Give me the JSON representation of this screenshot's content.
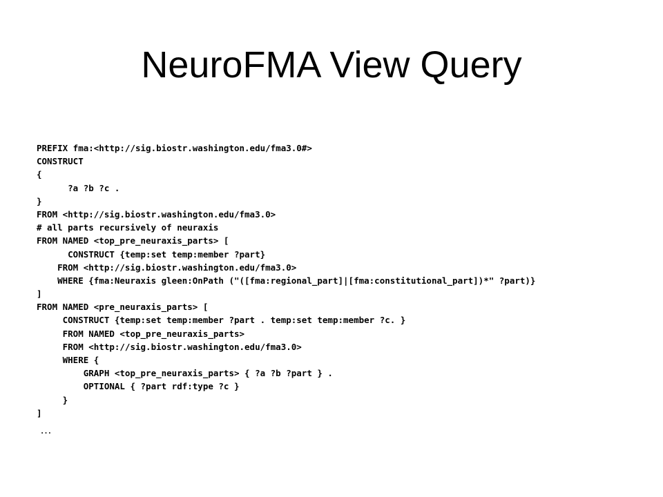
{
  "slide": {
    "title": "NeuroFMA View Query",
    "continuation": "…"
  },
  "code": {
    "lines": [
      "PREFIX fma:<http://sig.biostr.washington.edu/fma3.0#>",
      "CONSTRUCT",
      "{",
      "      ?a ?b ?c .",
      "}",
      "FROM <http://sig.biostr.washington.edu/fma3.0>",
      "# all parts recursively of neuraxis",
      "FROM NAMED <top_pre_neuraxis_parts> [",
      "      CONSTRUCT {temp:set temp:member ?part}",
      "    FROM <http://sig.biostr.washington.edu/fma3.0>",
      "    WHERE {fma:Neuraxis gleen:OnPath (\"([fma:regional_part]|[fma:constitutional_part])*\" ?part)}",
      "]",
      "FROM NAMED <pre_neuraxis_parts> [",
      "     CONSTRUCT {temp:set temp:member ?part . temp:set temp:member ?c. }",
      "     FROM NAMED <top_pre_neuraxis_parts>",
      "     FROM <http://sig.biostr.washington.edu/fma3.0>",
      "     WHERE {",
      "         GRAPH <top_pre_neuraxis_parts> { ?a ?b ?part } .",
      "         OPTIONAL { ?part rdf:type ?c }",
      "     }",
      "]"
    ]
  }
}
